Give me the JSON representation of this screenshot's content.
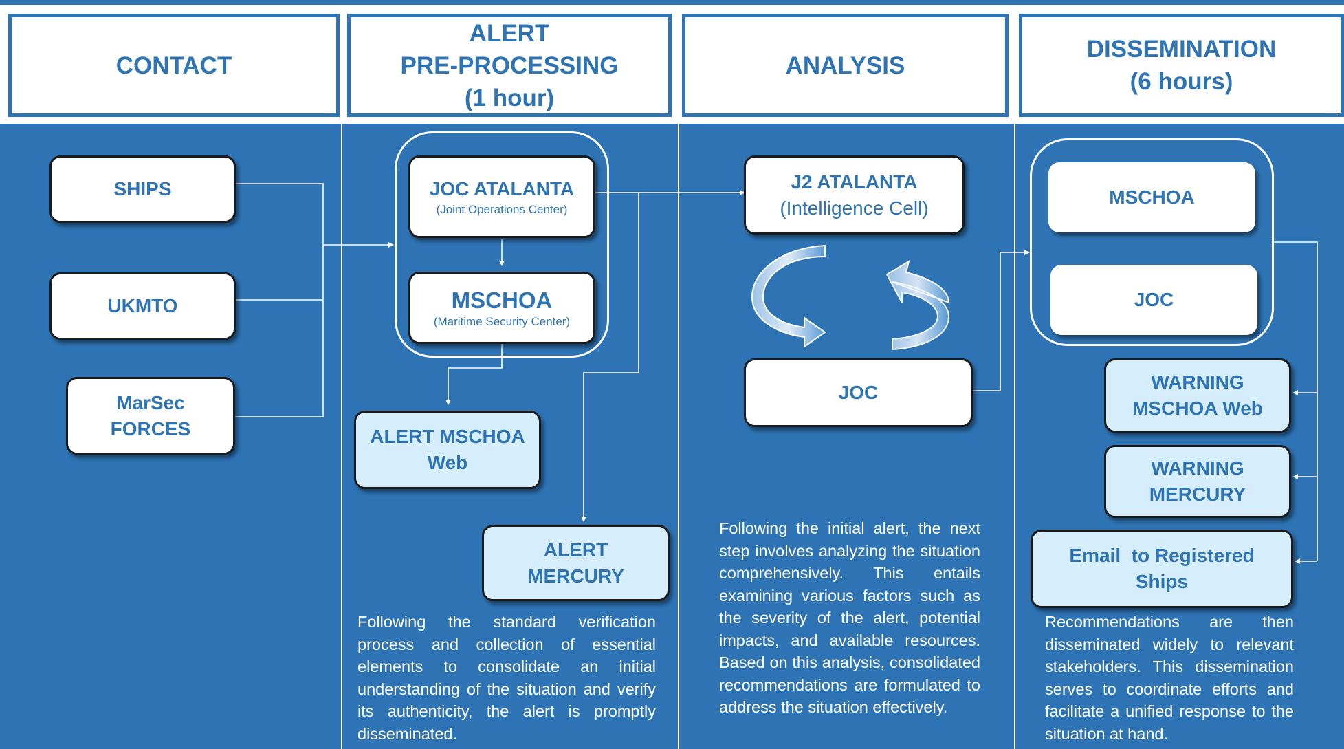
{
  "colors": {
    "panel": "#2E74B5",
    "text_accent": "#2E74B5",
    "light_box": "#D6EEFB",
    "connector": "#FFFFFF"
  },
  "columns": [
    {
      "header_lines": [
        "CONTACT"
      ]
    },
    {
      "header_lines": [
        "ALERT",
        "PRE-PROCESSING",
        "(1 hour)"
      ],
      "description": "Following the standard verification process and collection of essential elements to consolidate an initial understanding of the situation and verify its authenticity, the alert is promptly disseminated."
    },
    {
      "header_lines": [
        "ANALYSIS"
      ],
      "description": "Following the initial alert, the next step involves analyzing the situation comprehensively. This entails examining various factors such as the severity of the alert, potential impacts, and available resources. Based on this analysis, consolidated recommendations are formulated to address the situation effectively."
    },
    {
      "header_lines": [
        "DISSEMINATION",
        "(6 hours)"
      ],
      "description": "Recommendations are then disseminated widely to relevant stakeholders. This dissemination serves to coordinate efforts and facilitate a unified response to the situation at hand."
    }
  ],
  "contact": {
    "ships": "SHIPS",
    "ukmto": "UKMTO",
    "marsec_lines": [
      "MarSec",
      "FORCES"
    ]
  },
  "preprocessing": {
    "joc_atalanta": {
      "title": "JOC ATALANTA",
      "subtitle": "(Joint Operations Center)"
    },
    "mschoa": {
      "title": "MSCHOA",
      "subtitle": "(Maritime Security Center)"
    },
    "alert_mschoa_web_lines": [
      "ALERT MSCHOA",
      "Web"
    ],
    "alert_mercury_lines": [
      "ALERT",
      "MERCURY"
    ]
  },
  "analysis": {
    "j2_atalanta": {
      "title": "J2 ATALANTA",
      "subtitle": "(Intelligence Cell)"
    },
    "joc": "JOC",
    "cycle_icon": "circular-refresh-arrows-icon"
  },
  "dissemination": {
    "mschoa": "MSCHOA",
    "joc": "JOC",
    "warning_web_lines": [
      "WARNING",
      "MSCHOA Web"
    ],
    "warning_mercury_lines": [
      "WARNING",
      "MERCURY"
    ],
    "email_lines": [
      "Email  to Registered",
      "Ships"
    ]
  }
}
